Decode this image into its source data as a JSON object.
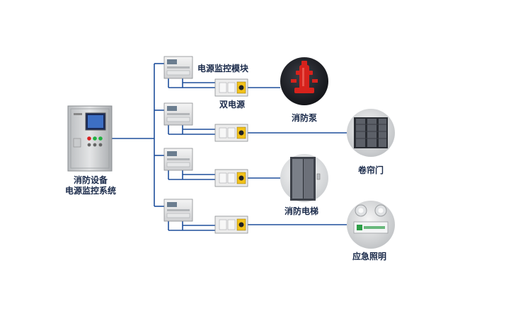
{
  "system": {
    "line1": "消防设备",
    "line2": "电源监控系统"
  },
  "module_label": "电源监控模块",
  "dual_power_label": "双电源",
  "devices": {
    "pump": "消防泵",
    "shutter": "卷帘门",
    "elevator": "消防电梯",
    "lighting": "应急照明"
  },
  "colors": {
    "line": "#1e4f9c",
    "label": "#1a2a4a",
    "pump_red": "#d6221c",
    "exit_green": "#2e9e48"
  }
}
